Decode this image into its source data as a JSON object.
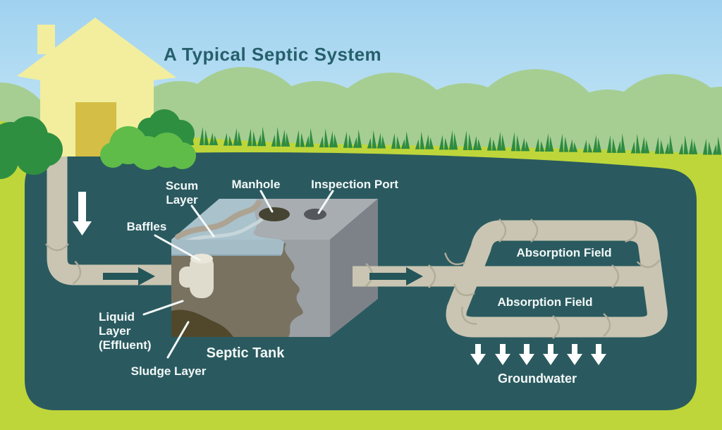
{
  "title": "A Typical Septic System",
  "labels": {
    "scum_layer_line1": "Scum",
    "scum_layer_line2": "Layer",
    "manhole": "Manhole",
    "inspection_port": "Inspection Port",
    "baffles": "Baffles",
    "liquid_layer_line1": "Liquid",
    "liquid_layer_line2": "Layer",
    "liquid_layer_line3": "(Effluent)",
    "sludge_layer": "Sludge Layer",
    "septic_tank": "Septic Tank",
    "absorption_field_top": "Absorption Field",
    "absorption_field_bottom": "Absorption Field",
    "groundwater": "Groundwater"
  },
  "colors": {
    "sky_top": "#9FD2EF",
    "sky_bottom": "#E2F4FB",
    "hill_green": "#A6CE92",
    "tuft_green": "#2E8B42",
    "grass": "#BED63A",
    "underground": "#2A5A5F",
    "pipe": "#C9C5B2",
    "pipe_seam": "#AFAC99",
    "tank_top": "#A8ADB2",
    "tank_side": "#7D8289",
    "tank_front": "#9BA0A5",
    "scum_surface": "#A9C2CC",
    "scum_light": "#C6D6DA",
    "scum_crust": "#ADA392",
    "scum_band": "#A4BCC6",
    "scum_band_edge": "#8CA6B0",
    "liquid": "#797260",
    "sludge": "#51482B",
    "baffle": "#DFDCCD",
    "baffle_top": "#EAE7DA",
    "manhole_dark": "#454331",
    "inspection_port_grey": "#54575B",
    "house_yellow": "#F2EE9E",
    "door_yellow": "#D4BE45",
    "bush_dark": "#2E8F41",
    "bush_light": "#5FBC49",
    "label_text": "#F3F8F8",
    "title_text": "#26606B",
    "flow_arrow": "#245559",
    "white_arrow": "#FFFFFF"
  }
}
